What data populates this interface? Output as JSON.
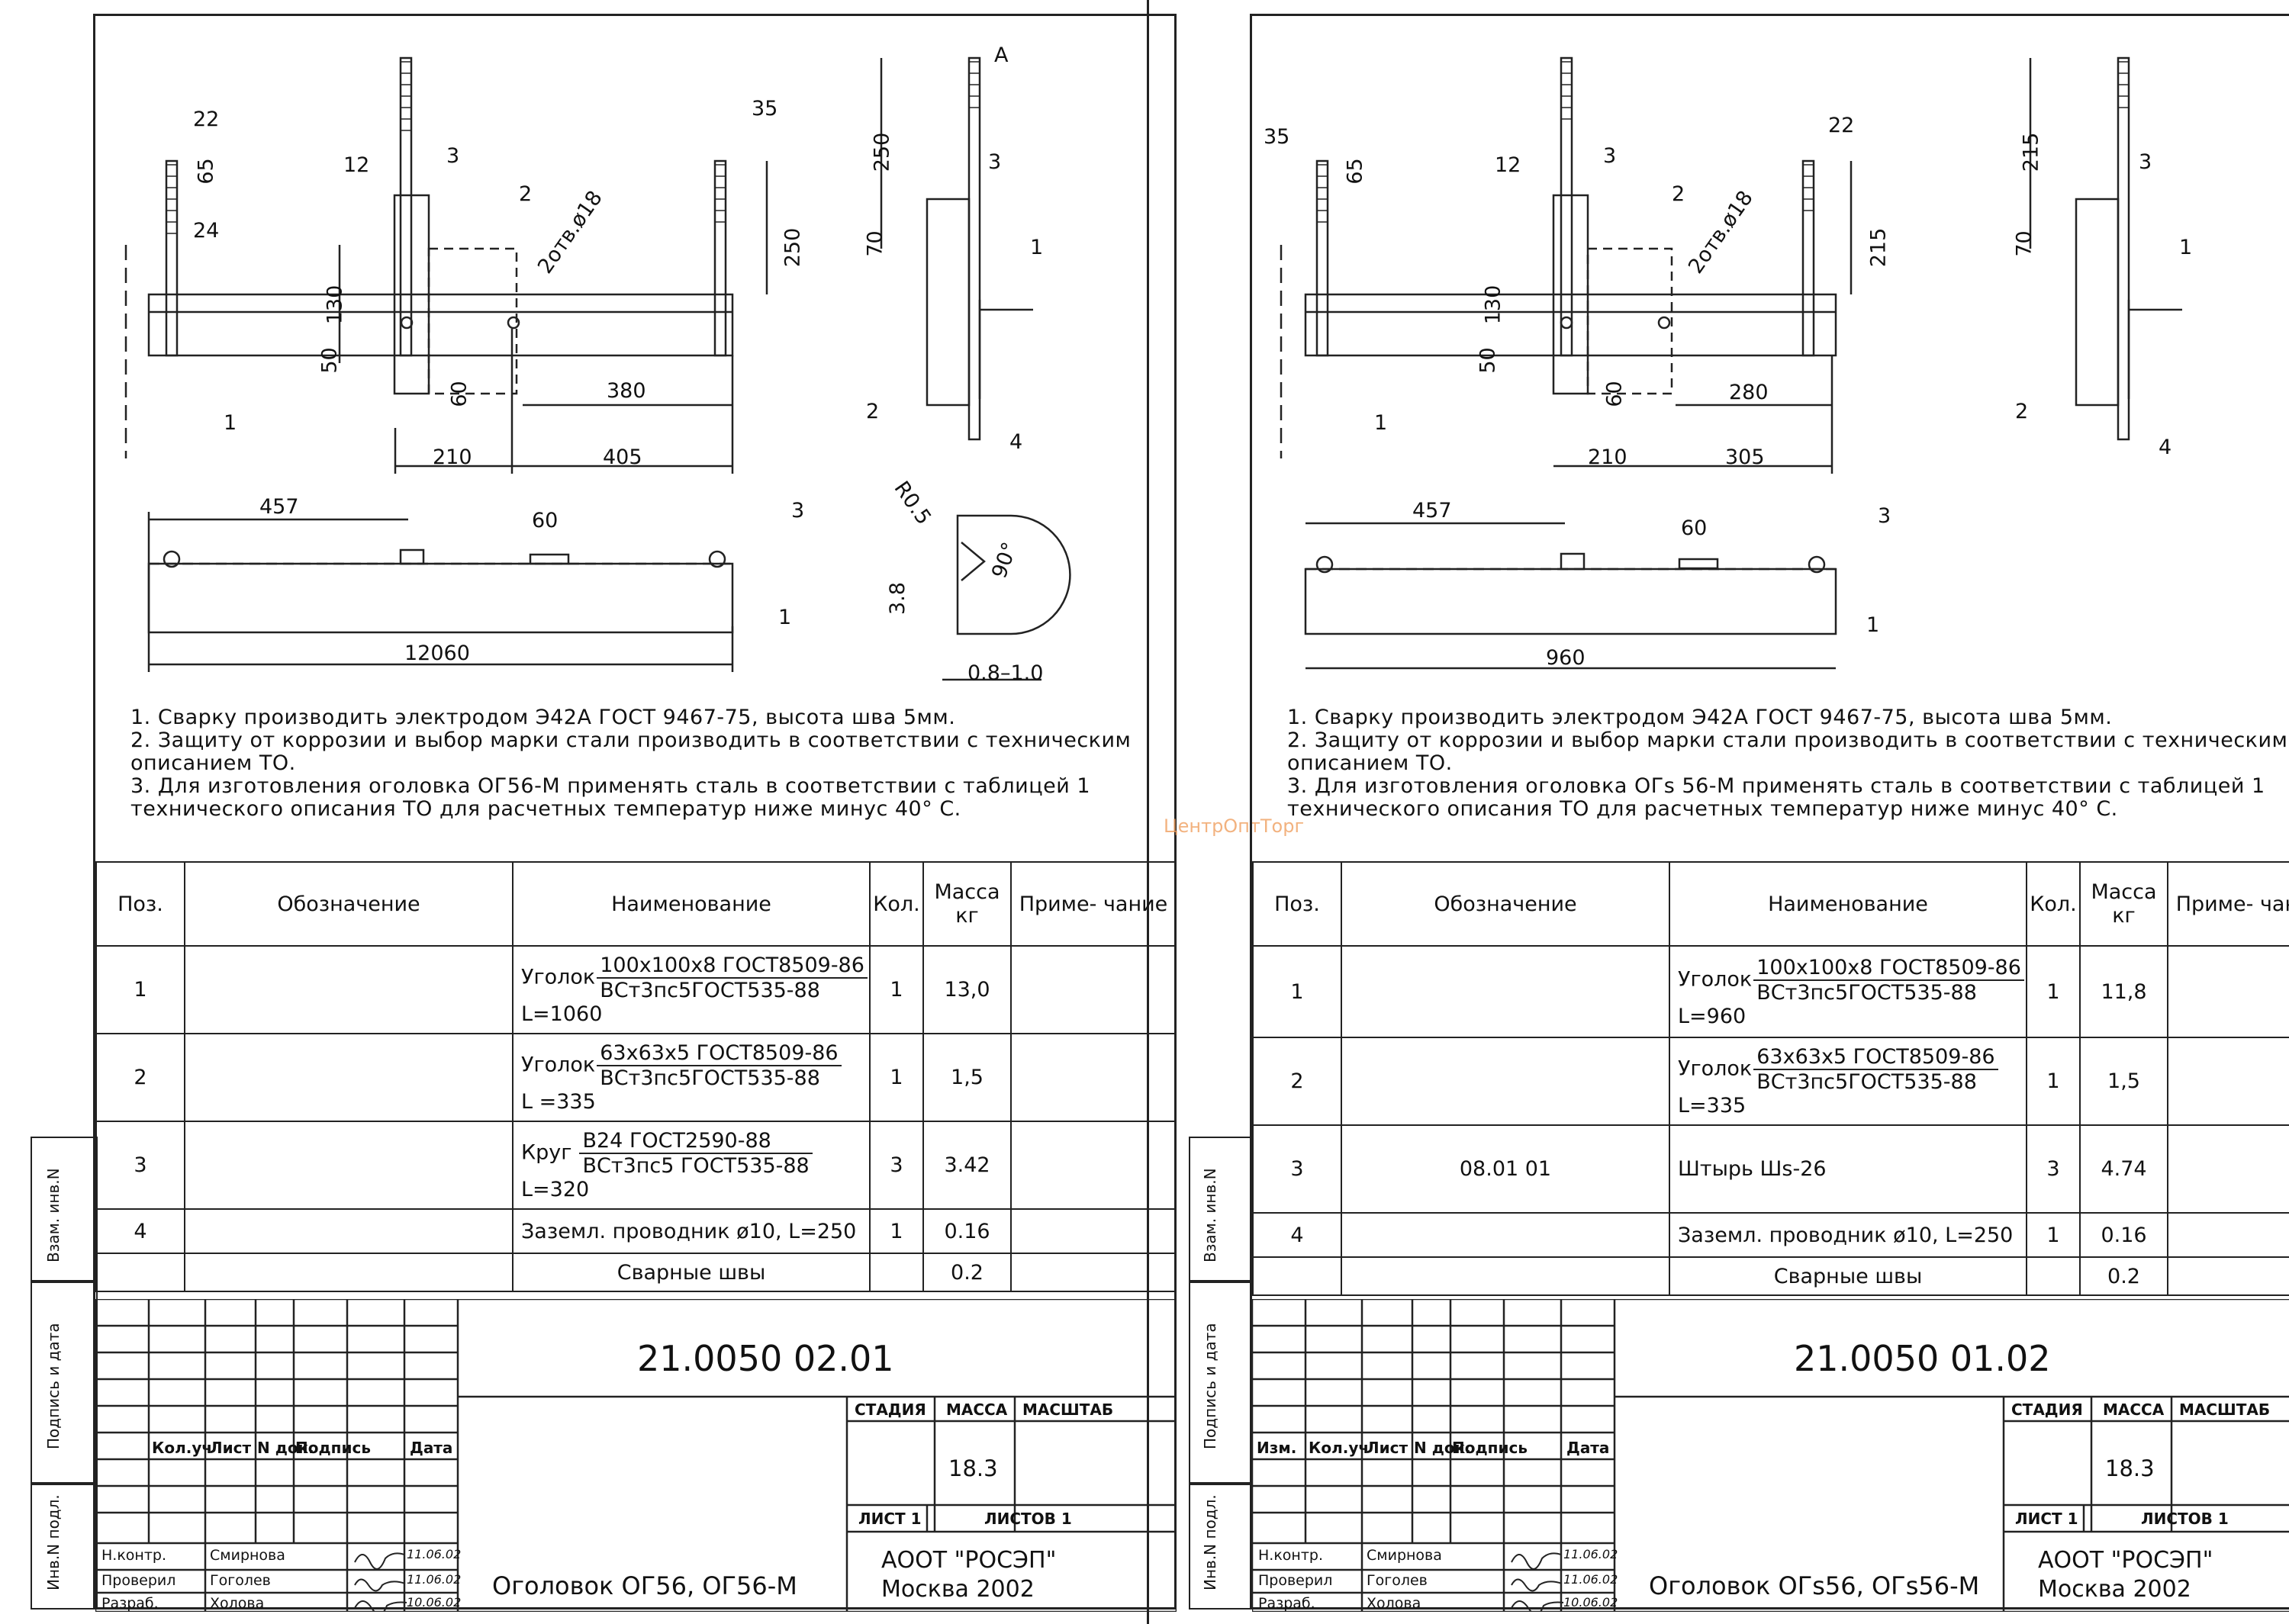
{
  "sheets": [
    {
      "id": "left",
      "drawing": {
        "dims": [
          "22",
          "65",
          "24",
          "12",
          "3",
          "2",
          "2отв.ø18",
          "35",
          "250",
          "130",
          "50",
          "60",
          "380",
          "210",
          "405",
          "1",
          "457",
          "60",
          "3",
          "12060",
          "1",
          "A",
          "250",
          "70",
          "3",
          "1",
          "2",
          "4",
          "R0.5",
          "3.8",
          "90°",
          "0.8–1.0"
        ]
      },
      "notes": [
        "1. Сварку производить электродом Э42А ГОСТ 9467-75, высота шва 5мм.",
        "2. Защиту от коррозии и выбор марки стали производить в соответствии с техническим описанием ТО.",
        "3. Для изготовления оголовка ОГ56-М применять сталь в соответствии с таблицей 1 технического описания ТО для расчетных температур ниже минус 40° С."
      ],
      "table": {
        "headers": {
          "pos": "Поз.",
          "desig": "Обозначение",
          "name": "Наименование",
          "qty": "Кол.",
          "mass": "Масса кг",
          "note": "Приме- чание"
        },
        "rows": [
          {
            "pos": "1",
            "desig": "",
            "name_pre": "Уголок",
            "name_num": "100х100х8 ГОСТ8509-86",
            "name_den": "ВСт3пс5ГОСТ535-88",
            "name_len": "L=1060",
            "qty": "1",
            "mass": "13,0"
          },
          {
            "pos": "2",
            "desig": "",
            "name_pre": "Уголок",
            "name_num": "63х63х5 ГОСТ8509-86",
            "name_den": "ВСт3пс5ГОСТ535-88",
            "name_len": "L =335",
            "qty": "1",
            "mass": "1,5"
          },
          {
            "pos": "3",
            "desig": "",
            "name_pre": "Круг",
            "name_num": "В24 ГОСТ2590-88",
            "name_den": "ВСт3пс5 ГОСТ535-88",
            "name_len": "L=320",
            "qty": "3",
            "mass": "3.42"
          },
          {
            "pos": "4",
            "desig": "",
            "name": "Заземл. проводник ø10, L=250",
            "qty": "1",
            "mass": "0.16"
          },
          {
            "pos": "",
            "desig": "",
            "name": "Сварные швы",
            "qty": "",
            "mass": "0.2"
          }
        ]
      },
      "title_block": {
        "code": "21.0050 02.01",
        "cols": [
          "",
          "Кол.уч",
          "Лист",
          "N док.",
          "Подпись",
          "Дата"
        ],
        "stage": "СТАДИЯ",
        "mass_h": "МАССА",
        "scale_h": "МАСШТАБ",
        "mass": "18.3",
        "sheet": "ЛИСТ 1",
        "sheets": "ЛИСТОВ 1",
        "roles": [
          "Н.контр.",
          "Проверил",
          "Разраб."
        ],
        "names": [
          "Смирнова",
          "Гоголев",
          "Холова"
        ],
        "dates": [
          "11.06.02",
          "11.06.02",
          "10.06.02"
        ],
        "title": "Оголовок ОГ56, ОГ56-М",
        "org1": "АООТ \"РОСЭП\"",
        "org2": "Москва 2002"
      },
      "side": [
        "Взам. инв.N",
        "Подпись и дата",
        "Инв.N подл."
      ]
    },
    {
      "id": "right",
      "drawing": {
        "dims": [
          "35",
          "65",
          "22",
          "12",
          "3",
          "2",
          "2отв.ø18",
          "215",
          "130",
          "50",
          "60",
          "280",
          "210",
          "305",
          "1",
          "457",
          "60",
          "3",
          "960",
          "1",
          "215",
          "70",
          "3",
          "1",
          "2",
          "4"
        ]
      },
      "notes": [
        "1. Сварку производить электродом Э42А ГОСТ 9467-75, высота шва 5мм.",
        "2. Защиту от коррозии и выбор марки стали производить в соответствии с техническим описанием ТО.",
        "3. Для изготовления оголовка ОГs 56-М применять сталь в соответствии с таблицей 1 технического описания ТО для расчетных температур ниже минус 40° С."
      ],
      "table": {
        "headers": {
          "pos": "Поз.",
          "desig": "Обозначение",
          "name": "Наименование",
          "qty": "Кол.",
          "mass": "Масса кг",
          "note": "Приме- чание"
        },
        "rows": [
          {
            "pos": "1",
            "desig": "",
            "name_pre": "Уголок",
            "name_num": "100х100х8 ГОСТ8509-86",
            "name_den": "ВСт3пс5ГОСТ535-88",
            "name_len": "L=960",
            "qty": "1",
            "mass": "11,8"
          },
          {
            "pos": "2",
            "desig": "",
            "name_pre": "Уголок",
            "name_num": "63х63х5 ГОСТ8509-86",
            "name_den": "ВСт3пс5ГОСТ535-88",
            "name_len": "L=335",
            "qty": "1",
            "mass": "1,5"
          },
          {
            "pos": "3",
            "desig": "08.01 01",
            "name": "Штырь Шs-26",
            "qty": "3",
            "mass": "4.74"
          },
          {
            "pos": "4",
            "desig": "",
            "name": "Заземл. проводник ø10, L=250",
            "qty": "1",
            "mass": "0.16"
          },
          {
            "pos": "",
            "desig": "",
            "name": "Сварные швы",
            "qty": "",
            "mass": "0.2"
          }
        ]
      },
      "title_block": {
        "code": "21.0050 01.02",
        "cols": [
          "Изм.",
          "Кол.уч",
          "Лист",
          "N док.",
          "Подпись",
          "Дата"
        ],
        "stage": "СТАДИЯ",
        "mass_h": "МАССА",
        "scale_h": "МАСШТАБ",
        "mass": "18.3",
        "sheet": "ЛИСТ 1",
        "sheets": "ЛИСТОВ 1",
        "roles": [
          "Н.контр.",
          "Проверил",
          "Разраб."
        ],
        "names": [
          "Смирнова",
          "Гоголев",
          "Холова"
        ],
        "dates": [
          "11.06.02",
          "11.06.02",
          "10.06.02"
        ],
        "title": "Оголовок ОГs56, ОГs56-М",
        "org1": "АООТ \"РОСЭП\"",
        "org2": "Москва 2002"
      },
      "side": [
        "Взам. инв.N",
        "Подпись и дата",
        "Инв.N подл."
      ]
    }
  ],
  "watermark": "ЦентрОптТорг"
}
